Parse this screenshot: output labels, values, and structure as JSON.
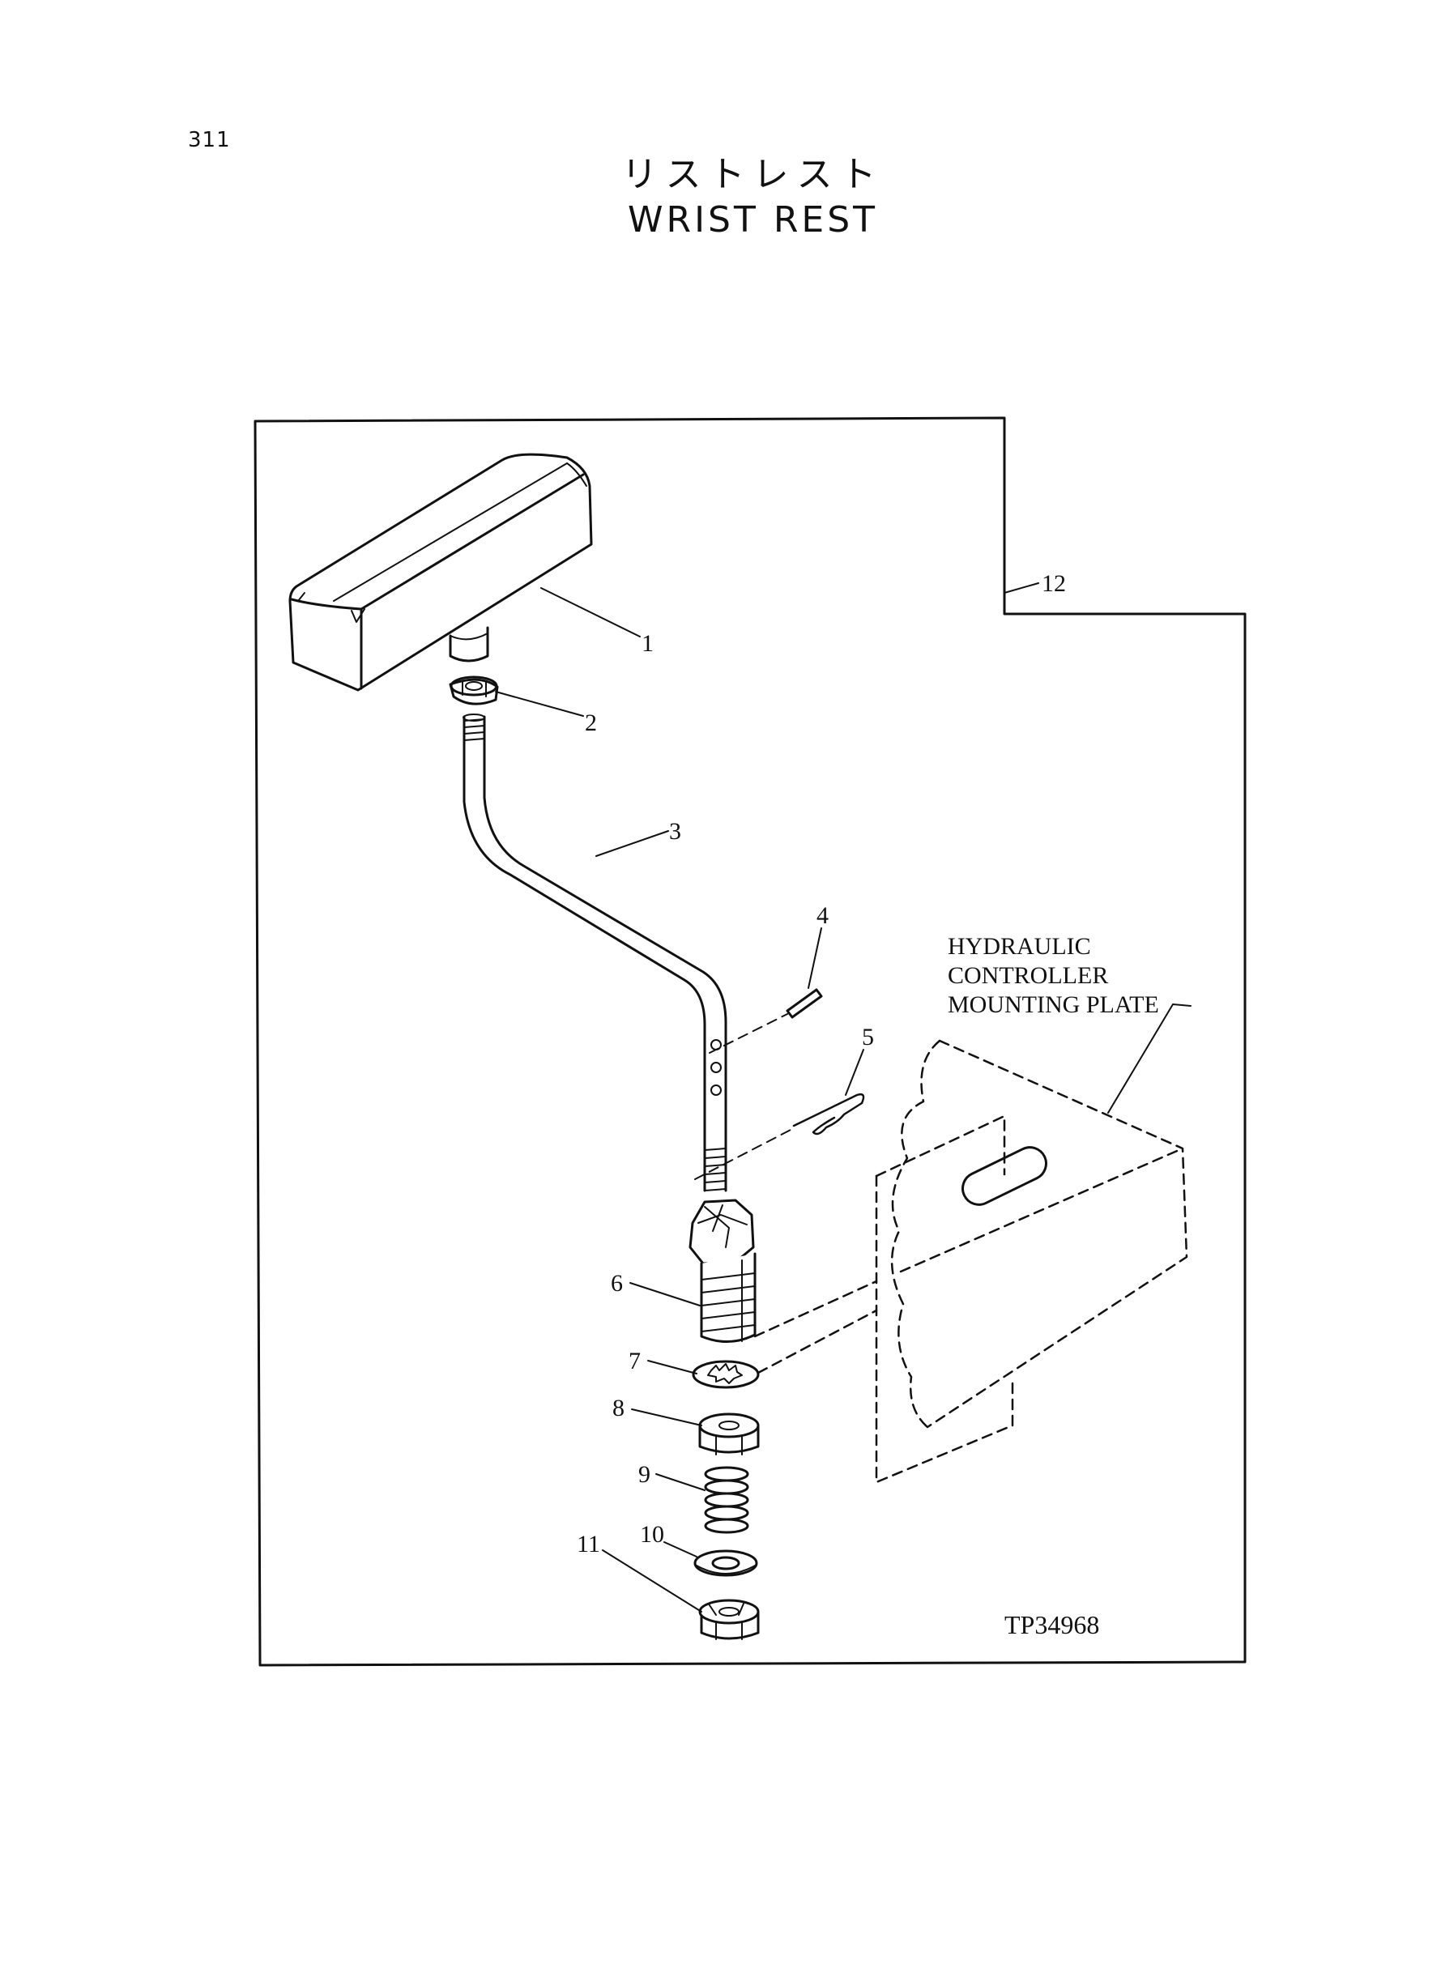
{
  "page_number": "311",
  "title_japanese": "リストレスト",
  "title_english": "WRIST REST",
  "callouts": [
    "1",
    "2",
    "3",
    "4",
    "5",
    "6",
    "7",
    "8",
    "9",
    "10",
    "11",
    "12"
  ],
  "note_lines": [
    "HYDRAULIC",
    "CONTROLLER",
    "MOUNTING PLATE"
  ],
  "drawing_code": "TP34968"
}
